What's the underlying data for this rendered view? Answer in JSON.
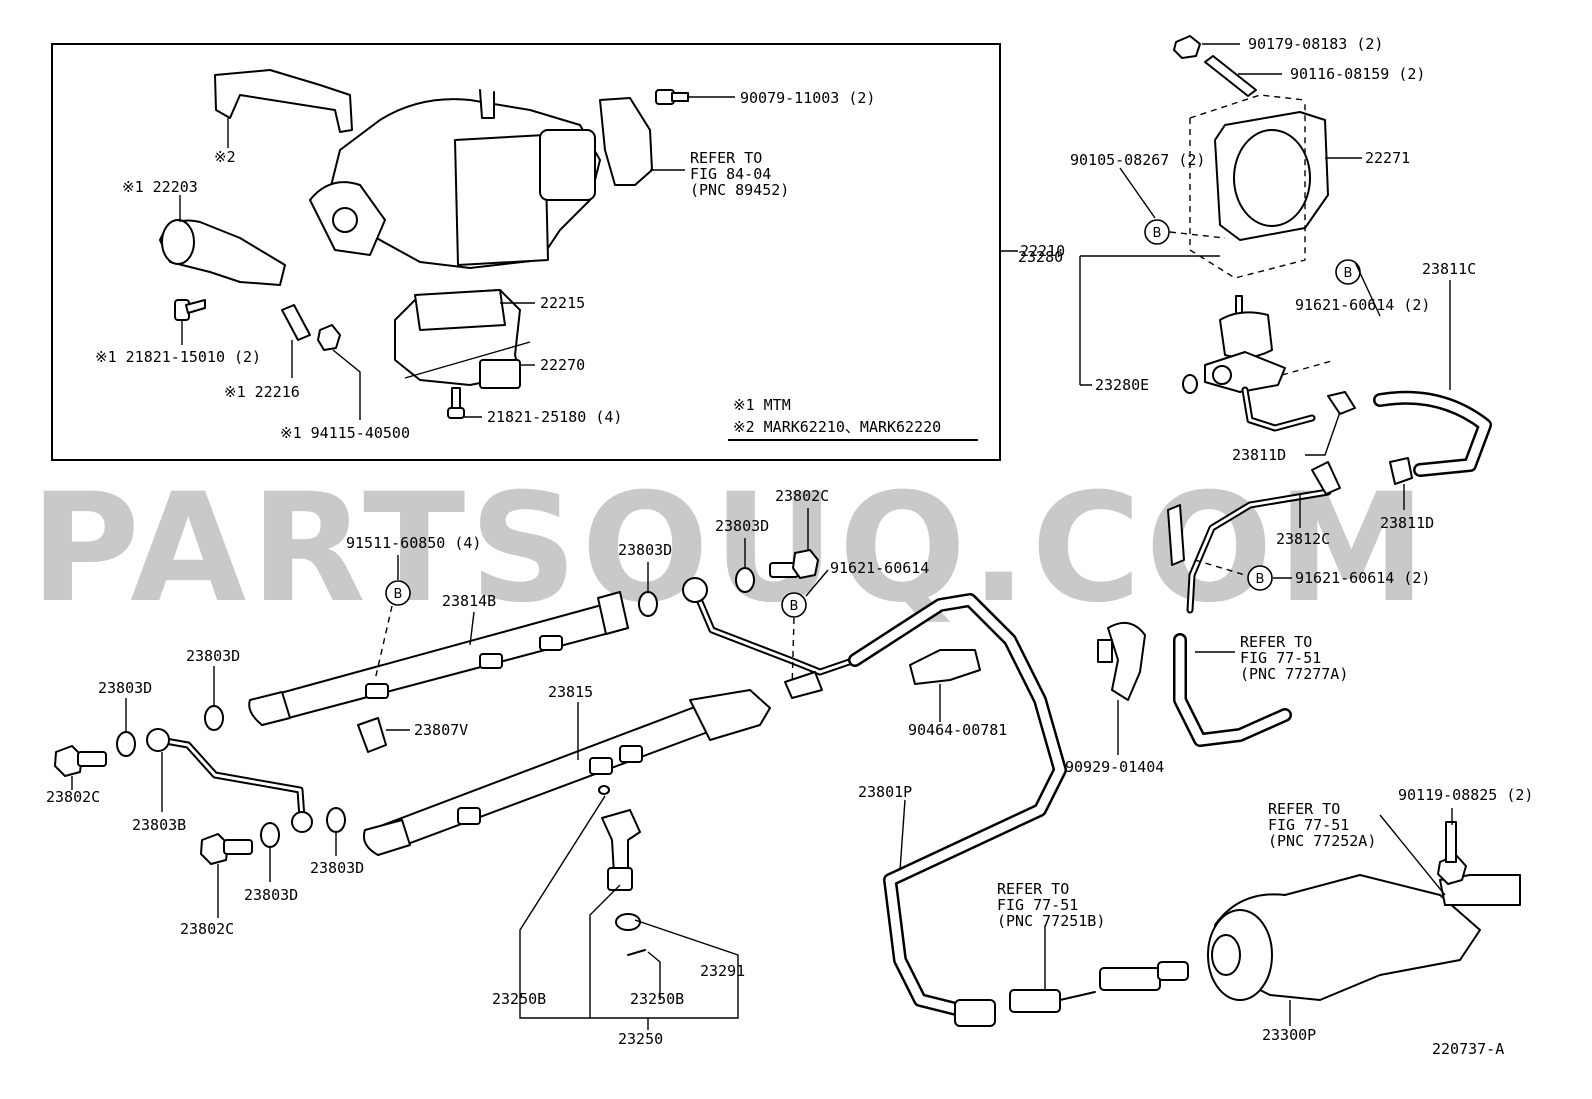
{
  "watermark": "PARTSOUQ.COM",
  "figure_id": "220737-A",
  "b_marker": "B",
  "notes": {
    "n1": "※1  MTM",
    "n2": "※2  MARK62210、MARK62220"
  },
  "labels": {
    "p90179": "90179-08183 (2)",
    "p90116": "90116-08159 (2)",
    "p22271": "22271",
    "p90105": "90105-08267 (2)",
    "p90079": "90079-11003 (2)",
    "ref8404_1": "REFER TO",
    "ref8404_2": "FIG 84-04",
    "ref8404_3": "(PNC 89452)",
    "p22210": "22210",
    "mark2": "※2",
    "p22203": "※1 22203",
    "p22215": "22215",
    "p22270": "22270",
    "p21821a": "※1  21821-15010 (2)",
    "p22216": "※1 22216",
    "p94115": "※1 94115-40500",
    "p21821b": "21821-25180 (4)",
    "p91621a": "91621-60614 (2)",
    "p23280": "23280",
    "p23280e": "23280E",
    "p23811c": "23811C",
    "p23811d_a": "23811D",
    "p23811d_b": "23811D",
    "p23812c": "23812C",
    "p91621b": "91621-60614 (2)",
    "p23802c_top": "23802C",
    "p23803d_t1": "23803D",
    "p23803d_t2": "23803D",
    "p91621c": "91621-60614",
    "p91511": "91511-60850 (4)",
    "p23814b": "23814B",
    "p23803d_l1": "23803D",
    "p23803d_l2": "23803D",
    "p23807v": "23807V",
    "p23815": "23815",
    "p90464": "90464-00781",
    "ref7751a_1": "REFER TO",
    "ref7751a_2": "FIG 77-51",
    "ref7751a_3": "(PNC 77277A)",
    "p90929": "90929-01404",
    "p23802c_l": "23802C",
    "p23803b": "23803B",
    "p23803d_b1": "23803D",
    "p23803d_b2": "23803D",
    "p23802c_b": "23802C",
    "p23801p": "23801P",
    "p90119": "90119-08825 (2)",
    "ref7751b_1": "REFER TO",
    "ref7751b_2": "FIG 77-51",
    "ref7751b_3": "(PNC 77252A)",
    "ref7751c_1": "REFER TO",
    "ref7751c_2": "FIG 77-51",
    "ref7751c_3": "(PNC 77251B)",
    "p23291": "23291",
    "p23250b_1": "23250B",
    "p23250b_2": "23250B",
    "p23250": "23250",
    "p23300p": "23300P"
  }
}
